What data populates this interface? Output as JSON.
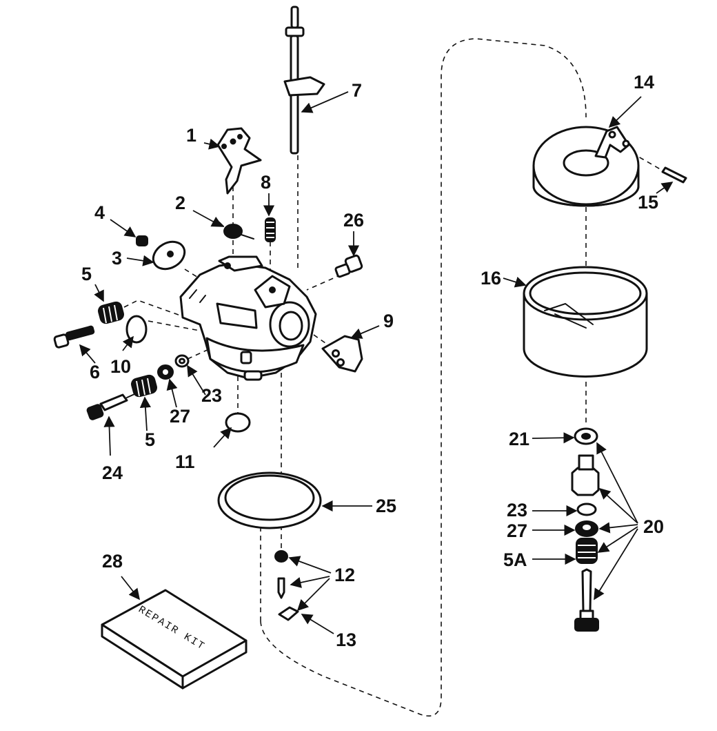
{
  "callouts": {
    "c1": "1",
    "c2": "2",
    "c3": "3",
    "c4": "4",
    "c5a": "5",
    "c5b": "5",
    "c6": "6",
    "c7": "7",
    "c8": "8",
    "c9": "9",
    "c10": "10",
    "c11": "11",
    "c12": "12",
    "c13": "13",
    "c14": "14",
    "c15": "15",
    "c16": "16",
    "c20": "20",
    "c21": "21",
    "c23a": "23",
    "c23b": "23",
    "c24": "24",
    "c25": "25",
    "c26": "26",
    "c27a": "27",
    "c27b": "27",
    "c28": "28",
    "c5A": "5A"
  },
  "repair_kit_label": "REPAIR KIT"
}
